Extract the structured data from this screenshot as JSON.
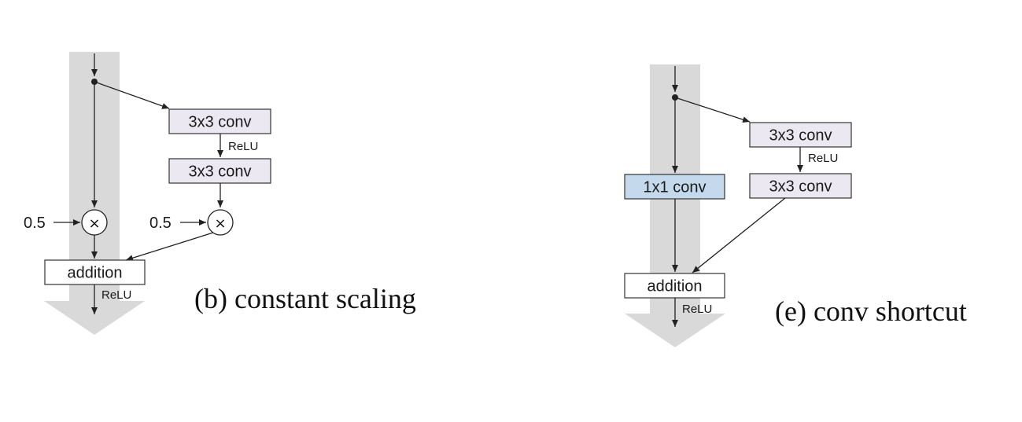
{
  "colors": {
    "shortcut_band": "#d9d9d9",
    "conv_fill": "#ebe8f1",
    "conv1x1_fill": "#c4d9ec",
    "addition_fill": "#ffffff",
    "stroke": "#333333"
  },
  "diagram_b": {
    "conv1": "3x3 conv",
    "relu_mid": "ReLU",
    "conv2": "3x3 conv",
    "scale_left": "0.5",
    "scale_right": "0.5",
    "multiply_symbol": "×",
    "addition": "addition",
    "relu_out": "ReLU",
    "caption": "(b) constant scaling"
  },
  "diagram_e": {
    "conv1": "3x3 conv",
    "relu_mid": "ReLU",
    "conv2": "3x3 conv",
    "shortcut_conv": "1x1 conv",
    "addition": "addition",
    "relu_out": "ReLU",
    "caption": "(e) conv shortcut"
  }
}
